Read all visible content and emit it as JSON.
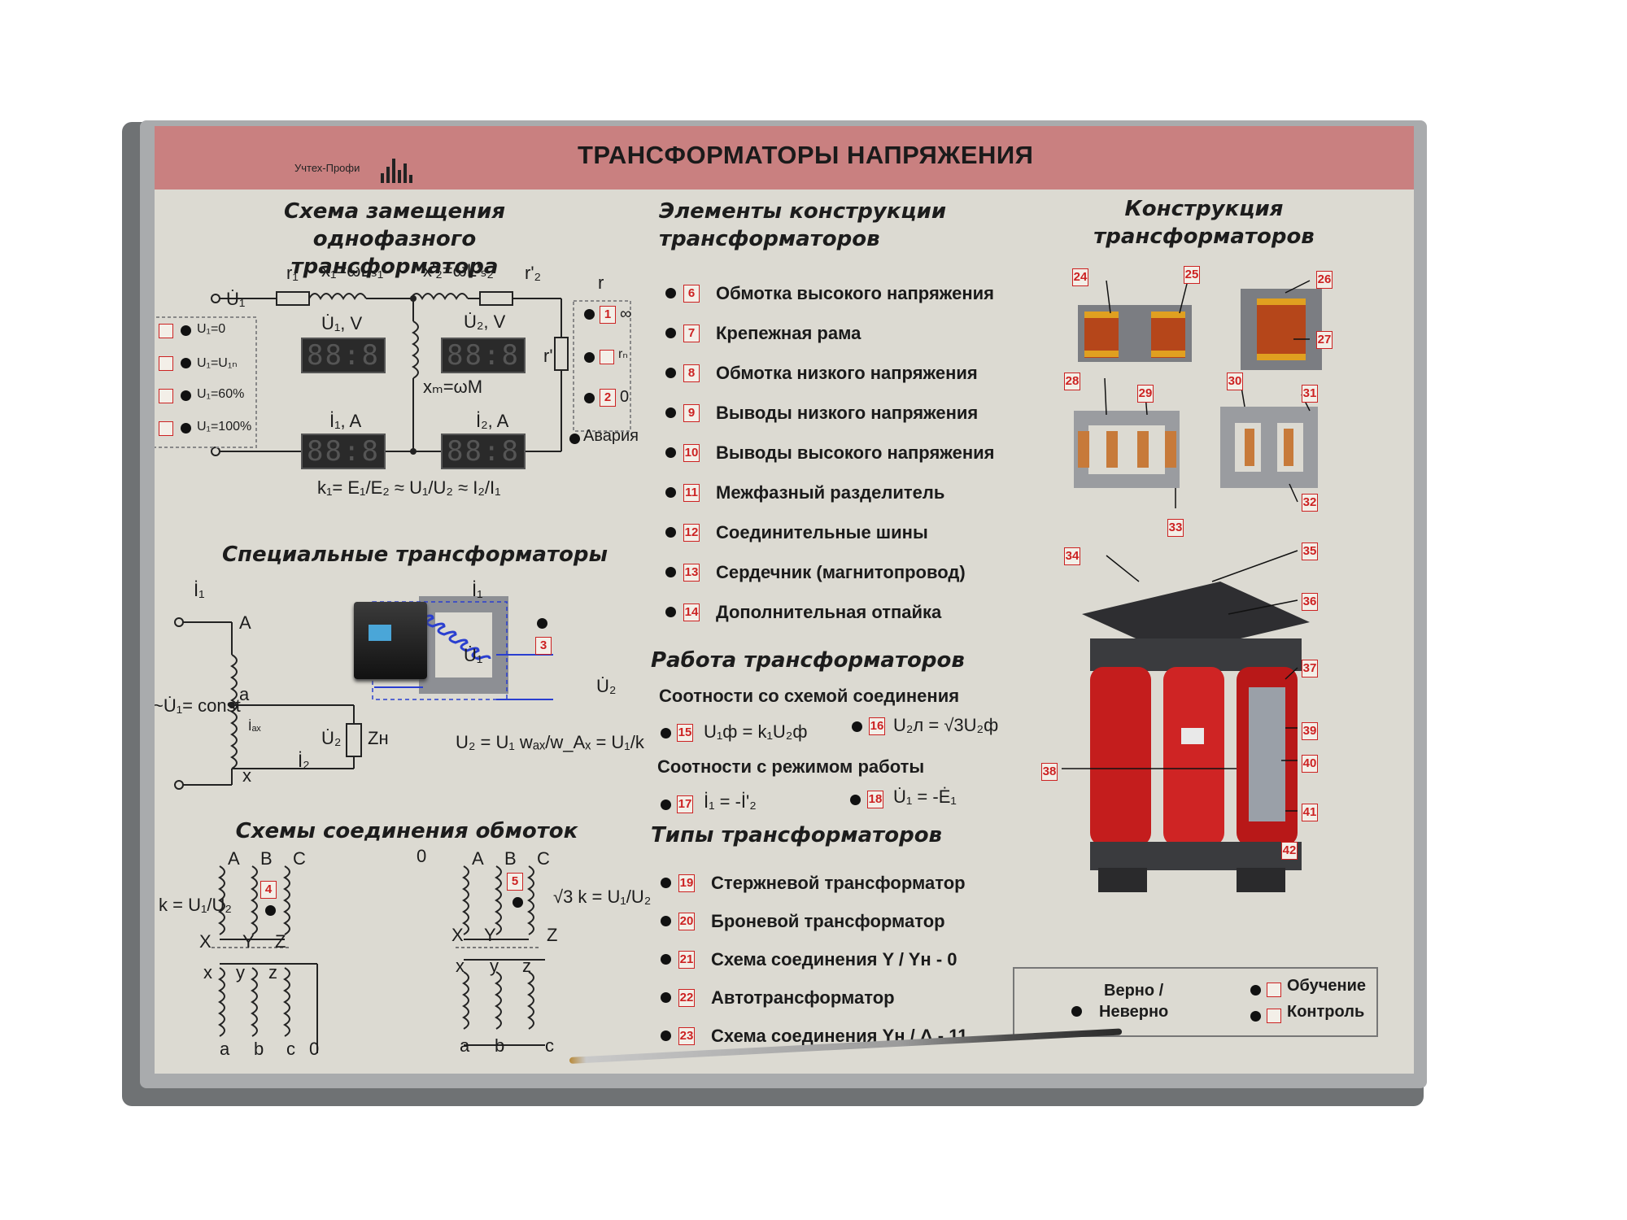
{
  "header": {
    "logo_text": "Учтех-Профи",
    "title": "ТРАНСФОРМАТОРЫ НАПРЯЖЕНИЯ"
  },
  "section1": {
    "title_line1": "Схема замещения однофазного",
    "title_line2": "трансформатора",
    "labels": {
      "r1": "r₁",
      "x1": "x₁=ωLₛ₁",
      "x2": "x'₂=ωL'ₛ₂",
      "r2": "r'₂",
      "r": "r",
      "u1": "U̇₁",
      "u1v": "U̇₁, V",
      "u2v": "U̇₂, V",
      "i1a": "İ₁, A",
      "i2a": "İ₂, A",
      "xm": "xₘ=ωM",
      "rprime": "r'",
      "inf": "∞",
      "rn": "rₙ",
      "zero": "0",
      "alarm": "Авария",
      "formula": "k₁= E₁/E₂ ≈ U₁/U₂ ≈ I₂/I₁"
    },
    "modes": [
      "U₁=0",
      "U₁=U₁ₙ",
      "U₁=60%",
      "U₁=100%"
    ],
    "nums": [
      "1",
      "2"
    ]
  },
  "section2": {
    "title": "Специальные трансформаторы",
    "labels": {
      "i1": "İ₁",
      "a_up": "A",
      "a_low": "a",
      "u1const": "~U̇₁= const",
      "iax": "İₐₓ",
      "u2": "U̇₂",
      "zn": "Zн",
      "i2": "İ₂",
      "x": "x",
      "u1": "U̇₁",
      "u2b": "U̇₂",
      "formula": "U₂ = U₁ wₐₓ/w_Aₓ = U₁/k"
    },
    "nums": [
      "3"
    ]
  },
  "section3": {
    "title": "Схемы соединения обмоток",
    "k_left": "k = U₁/U₂",
    "k_right": "√3 k = U₁/U₂",
    "zero": "0",
    "upper": [
      "A",
      "B",
      "C"
    ],
    "upper_ends": [
      "X",
      "Y",
      "Z"
    ],
    "lower": [
      "x",
      "y",
      "z"
    ],
    "lower_ends": [
      "a",
      "b",
      "c",
      "0"
    ],
    "nums": [
      "4",
      "5"
    ]
  },
  "section4": {
    "title_line1": "Элементы конструкции",
    "title_line2": "трансформаторов",
    "items": [
      {
        "num": "6",
        "label": "Обмотка высокого напряжения"
      },
      {
        "num": "7",
        "label": "Крепежная рама"
      },
      {
        "num": "8",
        "label": "Обмотка низкого напряжения"
      },
      {
        "num": "9",
        "label": "Выводы низкого напряжения"
      },
      {
        "num": "10",
        "label": "Выводы высокого напряжения"
      },
      {
        "num": "11",
        "label": "Межфазный разделитель"
      },
      {
        "num": "12",
        "label": "Соединительные шины"
      },
      {
        "num": "13",
        "label": "Сердечник (магнитопровод)"
      },
      {
        "num": "14",
        "label": "Дополнительная отпайка"
      }
    ]
  },
  "section5": {
    "title": "Работа трансформаторов",
    "sub1": "Соотности со схемой соединения",
    "f15": "U₁ф = k₁U₂ф",
    "f16": "U₂л = √3U₂ф",
    "sub2": "Соотности с режимом работы",
    "f17": "İ₁ = -İ'₂",
    "f18": "U̇₁ = -Ė₁",
    "nums": [
      "15",
      "16",
      "17",
      "18"
    ]
  },
  "section6": {
    "title": "Типы трансформаторов",
    "items": [
      {
        "num": "19",
        "label": "Стержневой трансформатор"
      },
      {
        "num": "20",
        "label": "Броневой трансформатор"
      },
      {
        "num": "21",
        "label": "Схема соединения Y / Yн - 0"
      },
      {
        "num": "22",
        "label": "Автотрансформатор"
      },
      {
        "num": "23",
        "label": "Схема соединения Yн / Δ - 11"
      }
    ]
  },
  "section7": {
    "title_line1": "Конструкция",
    "title_line2": "трансформаторов",
    "nums": [
      "24",
      "25",
      "26",
      "27",
      "28",
      "29",
      "30",
      "31",
      "32",
      "33",
      "34",
      "35",
      "36",
      "37",
      "38",
      "39",
      "40",
      "41",
      "42"
    ]
  },
  "legend": {
    "correct": "Верно /",
    "incorrect": "Неверно",
    "learn": "Обучение",
    "control": "Контроль"
  },
  "colors": {
    "header": "#c98080",
    "face": "#dcdad2",
    "marker": "#cc2222",
    "transformer": "#c82020"
  }
}
